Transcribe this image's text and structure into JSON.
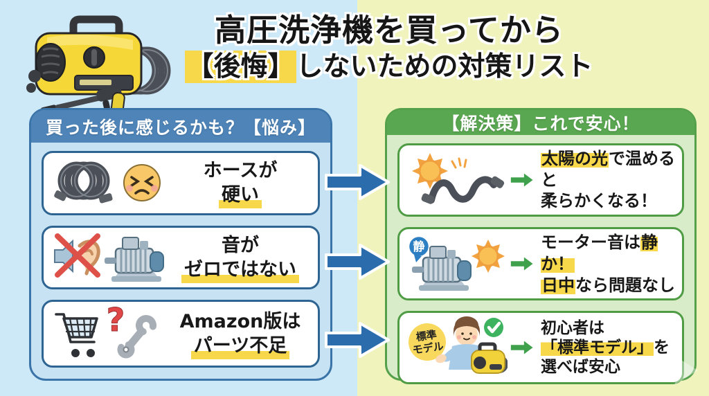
{
  "title": {
    "line1": "高圧洗浄機を買ってから",
    "line2_highlight": "【後悔】",
    "line2_rest": "しないための対策リスト"
  },
  "left_panel": {
    "header": "買った後に感じるかも？【悩み】",
    "items": [
      {
        "line1": "ホースが",
        "line2": "硬い"
      },
      {
        "line1": "音が",
        "line2": "ゼロではない"
      },
      {
        "line1": "Amazon版は",
        "line2": "パーツ不足"
      }
    ]
  },
  "right_panel": {
    "header": "【解決策】これで安心！",
    "items": [
      {
        "line1_highlight": "太陽の光",
        "line1_rest": "で温めると",
        "line2": "柔らかくなる！"
      },
      {
        "line1_pre": "モーター音は",
        "line1_highlight": "静か！",
        "line2_highlight": "日中",
        "line2_rest": "なら問題なし"
      },
      {
        "line1": "初心者は",
        "line2_highlight": "「標準モデル」",
        "line2_rest": "を",
        "line3": "選べば安心"
      }
    ]
  },
  "icons": {
    "quiet_badge": "静",
    "model_badge_line1": "標準",
    "model_badge_line2": "モデル",
    "question_mark": "?"
  },
  "colors": {
    "background_left": "#cde9f8",
    "background_right": "#f0f4bc",
    "left_header": "#4e84b8",
    "left_panel_bg": "#c6e2f3",
    "left_card_border": "#2e6492",
    "right_header": "#5aa751",
    "right_panel_bg": "#d8ecca",
    "right_card_border": "#4f9c45",
    "highlight_yellow": "#f7d84b",
    "flow_arrow_blue": "#2b6cad",
    "solution_arrow_green": "#3fa14c"
  }
}
